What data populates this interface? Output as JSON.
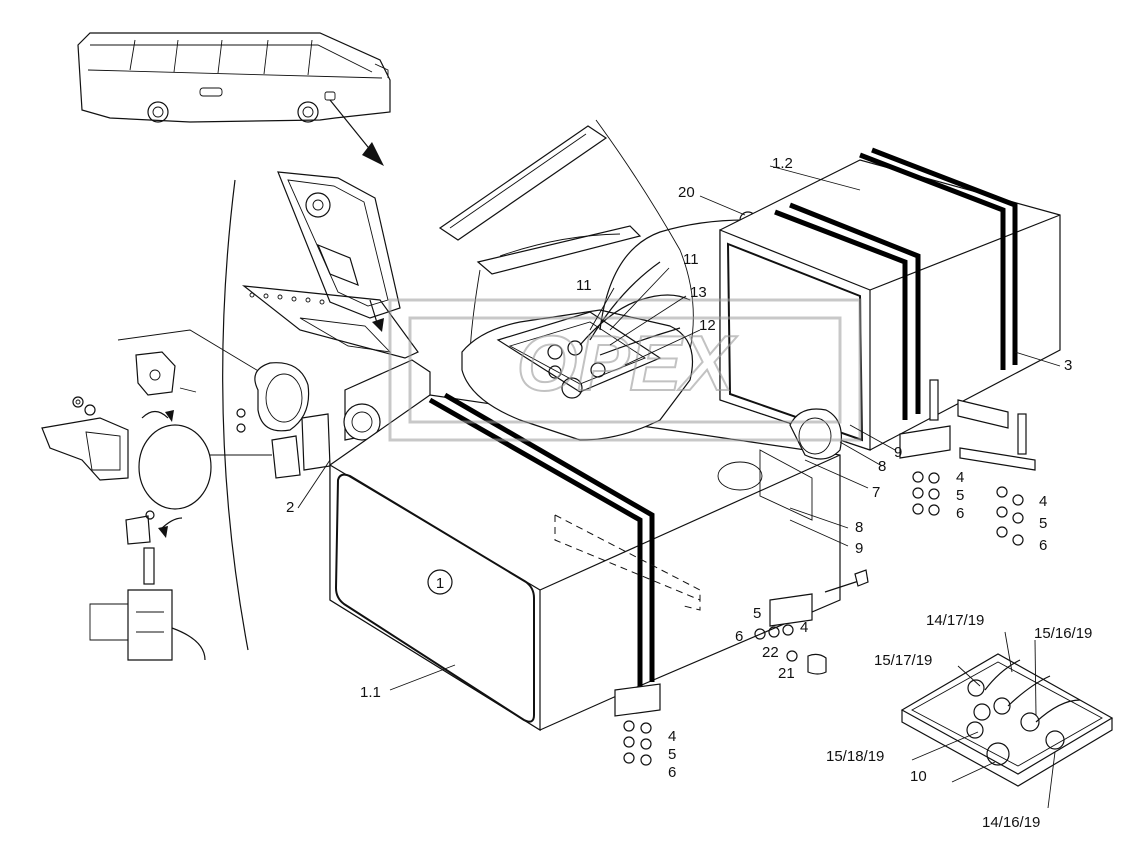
{
  "callouts": {
    "c1": "1",
    "c1_1": "1.1",
    "c1_2": "1.2",
    "c2": "2",
    "c3": "3",
    "c4a": "4",
    "c5a": "5",
    "c6a": "6",
    "c4b": "4",
    "c5b": "5",
    "c6b": "6",
    "c4c": "4",
    "c5c": "5",
    "c6c": "6",
    "c4d": "4",
    "c5d": "5",
    "c6d": "6",
    "c7": "7",
    "c8a": "8",
    "c9a": "9",
    "c8b": "8",
    "c9b": "9",
    "c10": "10",
    "c11a": "11",
    "c11b": "11",
    "c12": "12",
    "c13": "13",
    "c20": "20",
    "c21": "21",
    "c22": "22",
    "c14_17_19": "14/17/19",
    "c15_16_19": "15/16/19",
    "c15_17_19": "15/17/19",
    "c15_18_19": "15/18/19",
    "c14_16_19": "14/16/19"
  },
  "watermark": {
    "text": "OPEX",
    "color": "#9a9a9a"
  }
}
